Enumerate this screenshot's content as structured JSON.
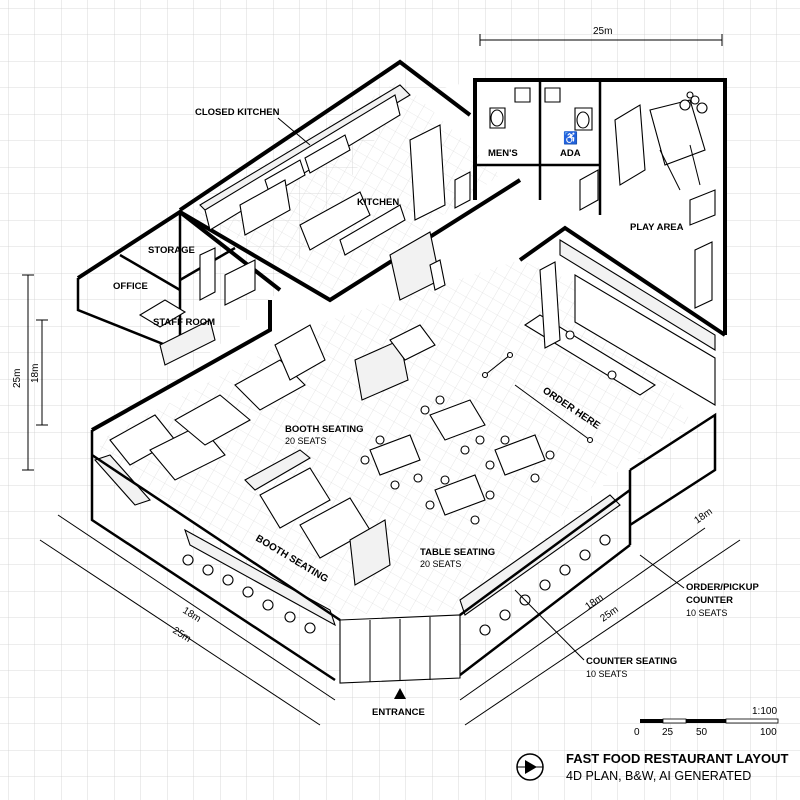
{
  "labels": {
    "closed_kitchen": "CLOSED KITCHEN",
    "kitchen": "KITCHEN",
    "storage": "STORAGE",
    "office": "OFFICE",
    "staff_room": "STAFF ROOM",
    "mens": "MEN'S",
    "ada": "ADA",
    "play_area": "PLAY AREA",
    "booth_seating_top": "BOOTH SEATING",
    "booth_seating_top_count": "20 SEATS",
    "booth_seating_bottom": "BOOTH SEATING",
    "table_seating": "TABLE SEATING",
    "table_seating_count": "20 SEATS",
    "order_here": "ORDER HERE",
    "order_pickup_counter": "ORDER/PICKUP",
    "order_pickup_counter_2": "COUNTER",
    "order_pickup_count": "10 SEATS",
    "counter_seating": "COUNTER SEATING",
    "counter_seating_count": "10 SEATS",
    "entrance": "ENTRANCE"
  },
  "dimensions": {
    "top": "25m",
    "left_outer": "25m",
    "left_inner": "18m",
    "bottom_left_inner": "18m",
    "bottom_left_outer": "25m",
    "bottom_right_inner": "18m",
    "bottom_right_outer": "25m",
    "right_upper": "18m"
  },
  "scale": {
    "ratio": "1:100",
    "ticks": [
      "0",
      "25",
      "50",
      "100"
    ]
  },
  "title_block": {
    "title": "FAST FOOD RESTAURANT LAYOUT",
    "subtitle": "4D PLAN, B&W, AI GENERATED"
  },
  "colors": {
    "line": "#000000",
    "grid": "#cfcfcf",
    "background": "#ffffff"
  }
}
